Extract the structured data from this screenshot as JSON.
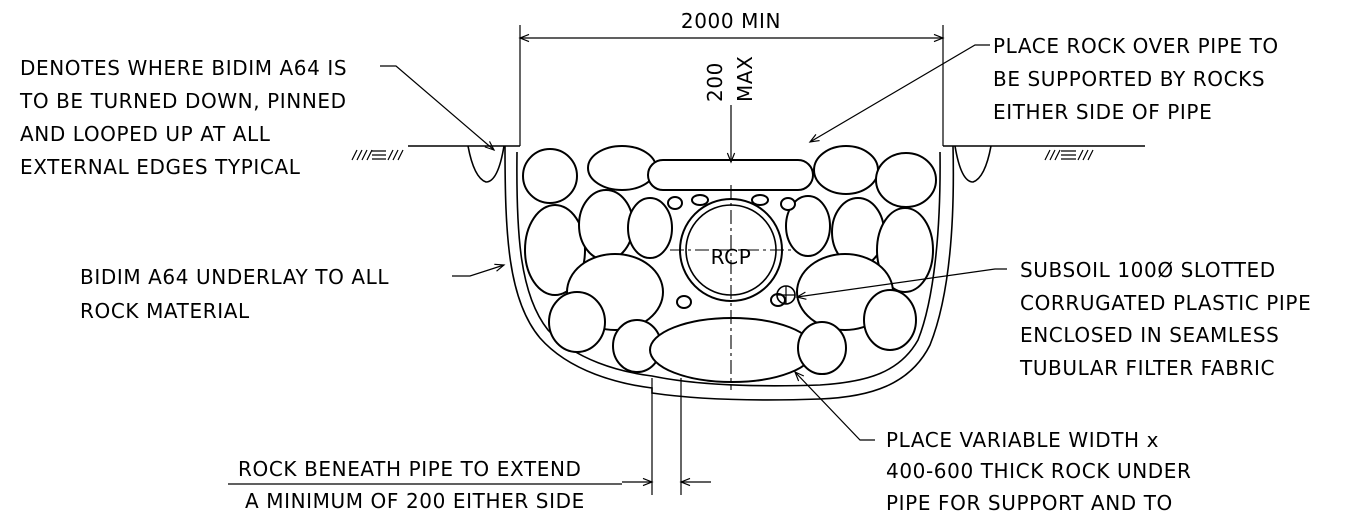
{
  "dimensions": {
    "overall_width": "2000 MIN",
    "max_cover_value": "200",
    "max_cover_unit": "MAX"
  },
  "pipe_label": "RCP",
  "callouts": {
    "turned_down": [
      "DENOTES WHERE BIDIM A64 IS",
      "TO BE TURNED DOWN, PINNED",
      "AND LOOPED UP AT ALL",
      "EXTERNAL EDGES TYPICAL"
    ],
    "underlay": [
      "BIDIM A64 UNDERLAY TO ALL",
      "ROCK MATERIAL"
    ],
    "rock_over": [
      "PLACE ROCK OVER PIPE TO",
      "BE SUPPORTED BY ROCKS",
      "EITHER SIDE OF PIPE"
    ],
    "subsoil": [
      "SUBSOIL 100Ø SLOTTED",
      "CORRUGATED PLASTIC PIPE",
      "ENCLOSED IN SEAMLESS",
      "TUBULAR FILTER FABRIC"
    ],
    "rock_beneath": [
      "ROCK BENEATH PIPE TO EXTEND",
      "A MINIMUM OF 200 EITHER SIDE"
    ],
    "variable_width": [
      "PLACE VARIABLE WIDTH x",
      "400-600 THICK ROCK UNDER",
      "PIPE FOR SUPPORT AND TO"
    ]
  }
}
